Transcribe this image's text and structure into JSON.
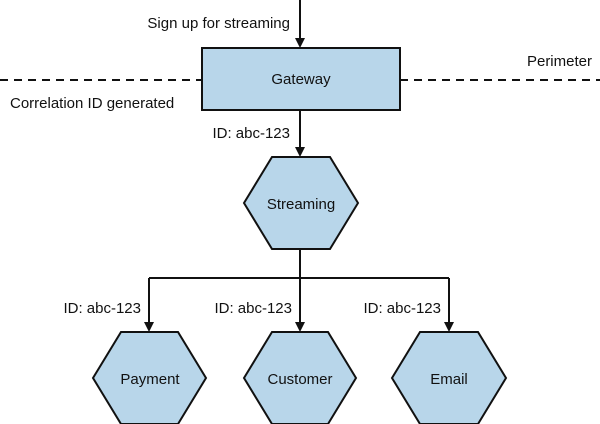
{
  "incoming_request_label": "Sign up for streaming",
  "perimeter_label": "Perimeter",
  "correlation_label": "Correlation ID generated",
  "nodes": {
    "gateway": "Gateway",
    "streaming": "Streaming",
    "payment": "Payment",
    "customer": "Customer",
    "email": "Email"
  },
  "edges": {
    "gateway_to_streaming": "ID: abc-123",
    "streaming_to_payment": "ID: abc-123",
    "streaming_to_customer": "ID: abc-123",
    "streaming_to_email": "ID: abc-123"
  },
  "colors": {
    "node_fill": "#b8d6ea",
    "line": "#111111"
  }
}
